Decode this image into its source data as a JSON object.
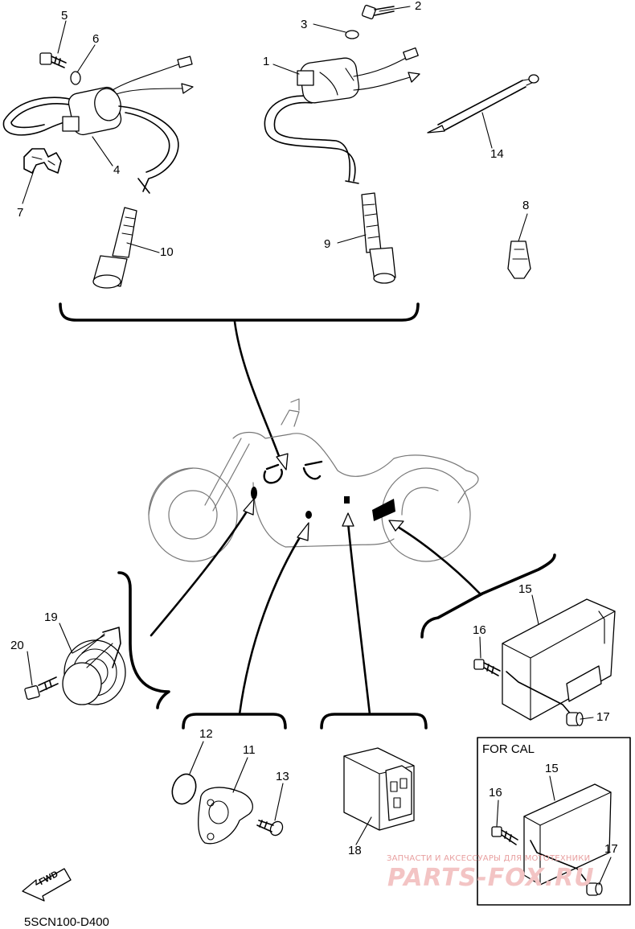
{
  "diagram": {
    "code": "5SCN100-D400",
    "inset_label": "FOR CAL",
    "fwd_label": "FWD",
    "watermark_text": "ЗАПЧАСТИ И АКСЕССУАРЫ ДЛЯ МОТОТЕХНИКИ",
    "watermark_logo": "PARTS-FOX.RU",
    "callouts": [
      "1",
      "2",
      "3",
      "4",
      "5",
      "6",
      "7",
      "8",
      "9",
      "10",
      "11",
      "12",
      "13",
      "14",
      "15",
      "16",
      "17",
      "18",
      "19",
      "20",
      "15",
      "16",
      "17"
    ]
  },
  "colors": {
    "line": "#000000",
    "watermark": "#e8a0a0",
    "background": "#ffffff"
  }
}
